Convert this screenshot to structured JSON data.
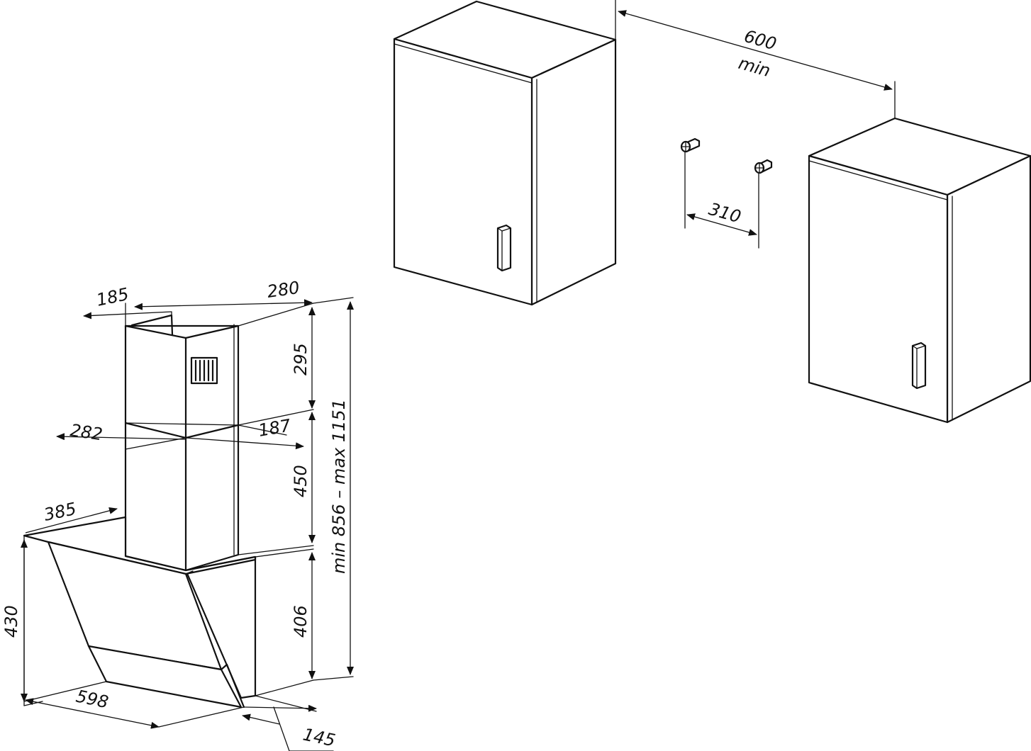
{
  "labels": {
    "cabinet_gap": "600",
    "cabinet_gap_note": "min",
    "screw_spacing": "310",
    "chimney_depth": "185",
    "chimney_width_top": "280",
    "upper_chimney_height": "295",
    "lower_chimney_width": "282",
    "lower_chimney_depth": "187",
    "lower_chimney_height": "450",
    "total_height_range": "min 856 – max 1151",
    "hood_depth": "385",
    "hood_height": "430",
    "hood_body_height": "406",
    "hood_width": "598",
    "glass_offset": "145"
  }
}
